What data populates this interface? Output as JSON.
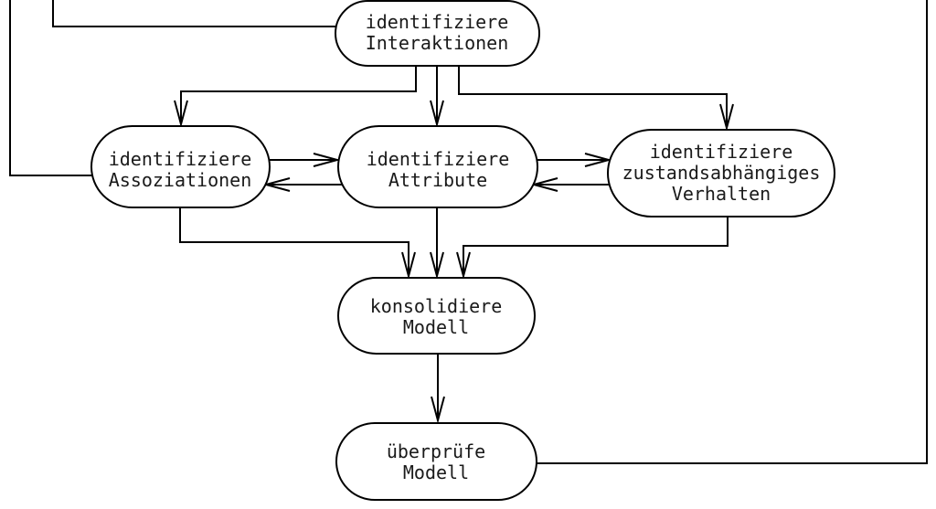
{
  "diagram": {
    "type": "flowchart",
    "language": "de",
    "colors": {
      "background": "#ffffff",
      "line": "#000000",
      "text": "#1a1a1a"
    },
    "nodes": {
      "interaktionen": {
        "line1": "identifiziere",
        "line2": "Interaktionen"
      },
      "assoziationen": {
        "line1": "identifiziere",
        "line2": "Assoziationen"
      },
      "attribute": {
        "line1": "identifiziere",
        "line2": "Attribute"
      },
      "verhalten": {
        "line1": "identifiziere",
        "line2": "zustandsabhängiges",
        "line3": "Verhalten"
      },
      "konsolidiere": {
        "line1": "konsolidiere",
        "line2": "Modell"
      },
      "ueberpruefe": {
        "line1": "überprüfe",
        "line2": "Modell"
      }
    },
    "edges": [
      {
        "from": "offscreen-top",
        "to": "identifiziere-interaktionen",
        "arrow": false
      },
      {
        "from": "offscreen-top",
        "to": "identifiziere-assoziationen",
        "arrow": false
      },
      {
        "from": "identifiziere-interaktionen",
        "to": "identifiziere-assoziationen",
        "arrow": true
      },
      {
        "from": "identifiziere-interaktionen",
        "to": "identifiziere-attribute",
        "arrow": true
      },
      {
        "from": "identifiziere-interaktionen",
        "to": "identifiziere-zustandsabhaengiges-verhalten",
        "arrow": true
      },
      {
        "from": "identifiziere-assoziationen",
        "to": "identifiziere-attribute",
        "arrow": true
      },
      {
        "from": "identifiziere-attribute",
        "to": "identifiziere-assoziationen",
        "arrow": true
      },
      {
        "from": "identifiziere-attribute",
        "to": "identifiziere-zustandsabhaengiges-verhalten",
        "arrow": true
      },
      {
        "from": "identifiziere-zustandsabhaengiges-verhalten",
        "to": "identifiziere-attribute",
        "arrow": true
      },
      {
        "from": "identifiziere-assoziationen",
        "to": "konsolidiere-modell",
        "arrow": true
      },
      {
        "from": "identifiziere-attribute",
        "to": "konsolidiere-modell",
        "arrow": true
      },
      {
        "from": "identifiziere-zustandsabhaengiges-verhalten",
        "to": "konsolidiere-modell",
        "arrow": true
      },
      {
        "from": "konsolidiere-modell",
        "to": "ueberpruefe-modell",
        "arrow": true
      },
      {
        "from": "ueberpruefe-modell",
        "to": "offscreen-top-right",
        "arrow": false
      }
    ]
  }
}
